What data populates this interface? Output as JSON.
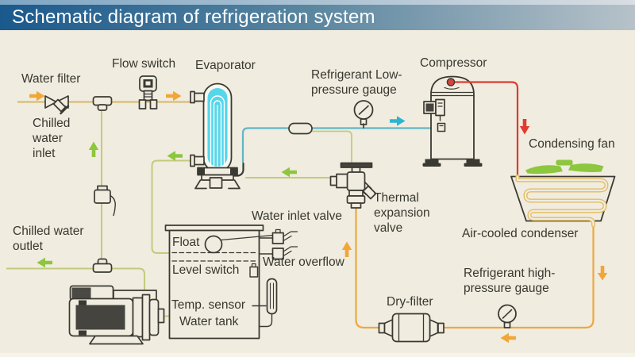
{
  "header": {
    "title": "Schematic diagram of refrigeration system"
  },
  "labels": {
    "water_filter": "Water filter",
    "chilled_water_inlet": "Chilled water inlet",
    "flow_switch": "Flow switch",
    "evaporator": "Evaporator",
    "refrigerant_low_pressure_gauge": "Refrigerant Low-pressure gauge",
    "compressor": "Compressor",
    "condensing_fan": "Condensing fan",
    "air_cooled_condenser": "Air-cooled condenser",
    "thermal_expansion_valve": "Thermal expansion valve",
    "water_inlet_valve": "Water inlet valve",
    "water_overflow": "Water overflow",
    "float": "Float",
    "level_switch": "Level switch",
    "temp_sensor": "Temp. sensor",
    "water_tank": "Water tank",
    "chilled_water_outlet": "Chilled water outlet",
    "dry_filter": "Dry-filter",
    "refrigerant_high_pressure_gauge": "Refrigerant high-pressure gauge"
  },
  "colors": {
    "background": "#f0ecdf",
    "header_left": "#1a598d",
    "header_right": "#b7c2c9",
    "outline": "#3a3a33",
    "water_inlet_line": "#d9bc74",
    "chilled_water_line": "#c2cb7d",
    "suction_line": "#5fb7c6",
    "discharge_line": "#df3c30",
    "liquid_line": "#eda843",
    "condenser_coil": "#e3bd62",
    "evaporator_tubes": "#55d6ea",
    "arrow_orange": "#f2a636",
    "arrow_green": "#8dc63f",
    "arrow_cyan": "#2ab5d3",
    "arrow_red": "#df3c30"
  },
  "flow_arrows": [
    {
      "id": "inlet-1",
      "direction": "right",
      "color": "orange"
    },
    {
      "id": "inlet-2",
      "direction": "right",
      "color": "orange"
    },
    {
      "id": "bypass-up",
      "direction": "up",
      "color": "green"
    },
    {
      "id": "evap-to-tank",
      "direction": "left",
      "color": "green"
    },
    {
      "id": "txv-to-evap",
      "direction": "left",
      "color": "green"
    },
    {
      "id": "suction",
      "direction": "right",
      "color": "cyan"
    },
    {
      "id": "discharge",
      "direction": "down",
      "color": "red"
    },
    {
      "id": "condenser-out",
      "direction": "down",
      "color": "orange"
    },
    {
      "id": "liquid-left",
      "direction": "left",
      "color": "orange"
    },
    {
      "id": "txv-in",
      "direction": "up",
      "color": "orange"
    },
    {
      "id": "outlet",
      "direction": "left",
      "color": "green"
    }
  ]
}
